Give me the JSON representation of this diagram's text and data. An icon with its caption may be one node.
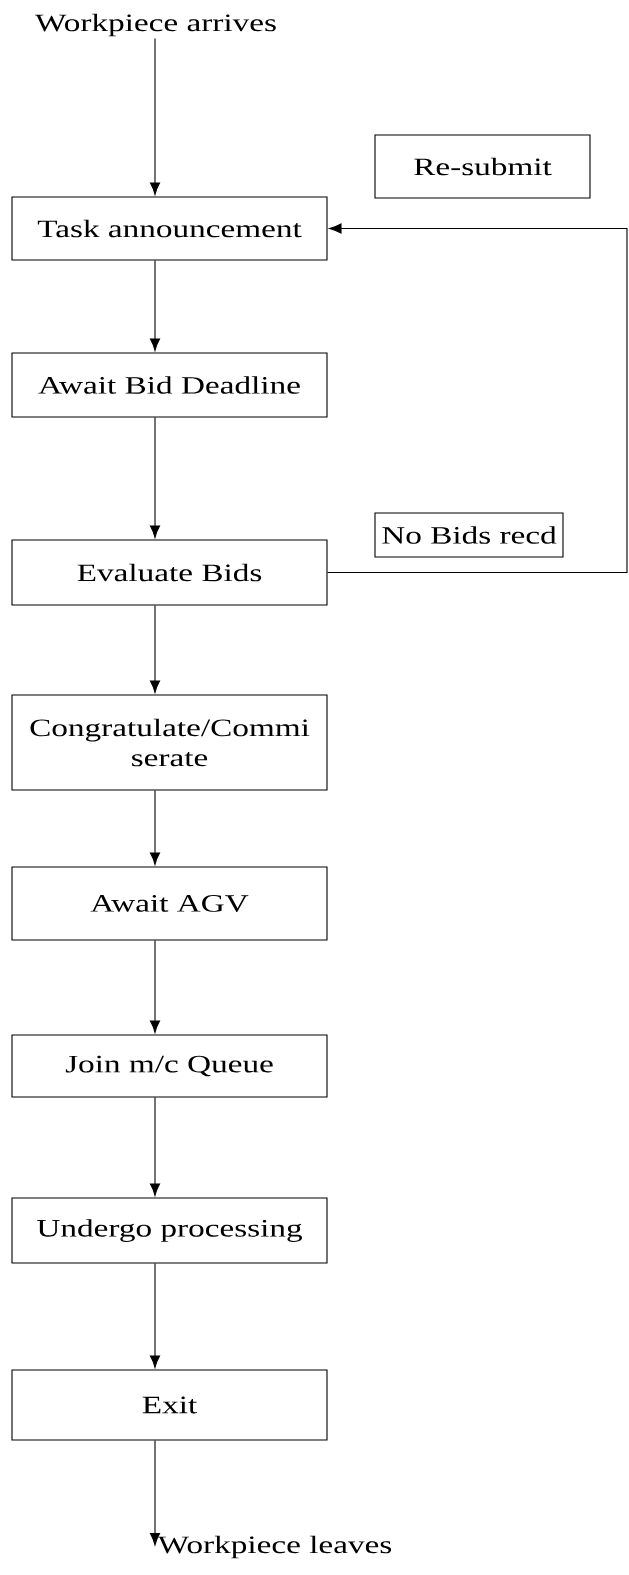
{
  "diagram": {
    "nodes": [
      {
        "text": [
          "Workpiece arrives"
        ]
      },
      {
        "text": [
          "Task announcement"
        ]
      },
      {
        "text": [
          "Re-submit"
        ]
      },
      {
        "text": [
          "Await Bid Deadline"
        ]
      },
      {
        "text": [
          "No Bids recd"
        ]
      },
      {
        "text": [
          "Evaluate Bids"
        ]
      },
      {
        "text": [
          "Congratulate/Commi serate"
        ]
      },
      {
        "text": [
          "Await AGV"
        ]
      },
      {
        "text": [
          "Join m/c Queue"
        ]
      },
      {
        "text": [
          "Undergo processing"
        ]
      },
      {
        "text": [
          "Exit"
        ]
      },
      {
        "text": [
          "Workpiece leaves"
        ]
      }
    ],
    "edges": [
      {
        "from": 0,
        "to": 1,
        "arrow": "to"
      },
      {
        "from": 1,
        "to": 3,
        "arrow": "to"
      },
      {
        "from": 3,
        "to": 5,
        "arrow": "to"
      },
      {
        "from": 5,
        "to": 6,
        "arrow": "to"
      },
      {
        "from": 6,
        "to": 7,
        "arrow": "to"
      },
      {
        "from": 7,
        "to": 8,
        "arrow": "to"
      },
      {
        "from": 8,
        "to": 9,
        "arrow": "to"
      },
      {
        "from": 9,
        "to": 10,
        "arrow": "to"
      },
      {
        "from": 10,
        "to": 11,
        "arrow": "to"
      },
      {
        "from": 5,
        "to": 1,
        "arrow": "to"
      }
    ]
  }
}
